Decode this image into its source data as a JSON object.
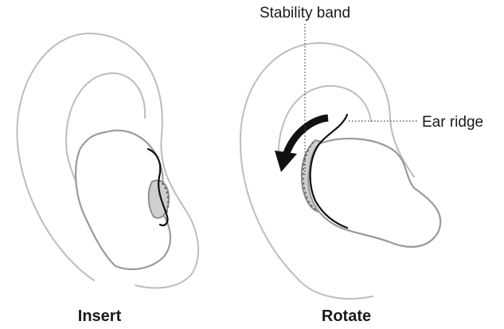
{
  "panels": [
    {
      "caption": "Insert"
    },
    {
      "caption": "Rotate"
    }
  ],
  "callouts": {
    "stability_band": "Stability band",
    "ear_ridge": "Ear ridge"
  },
  "colors": {
    "ear_outline": "#bdbdbd",
    "earbud_outline": "#9a9a9a",
    "earbud_shading": "#cfcfcf",
    "ear_ridge_line": "#111111",
    "rotation_arrow": "#111111"
  },
  "icons": {
    "rotation": "curved-arrow-counterclockwise"
  }
}
